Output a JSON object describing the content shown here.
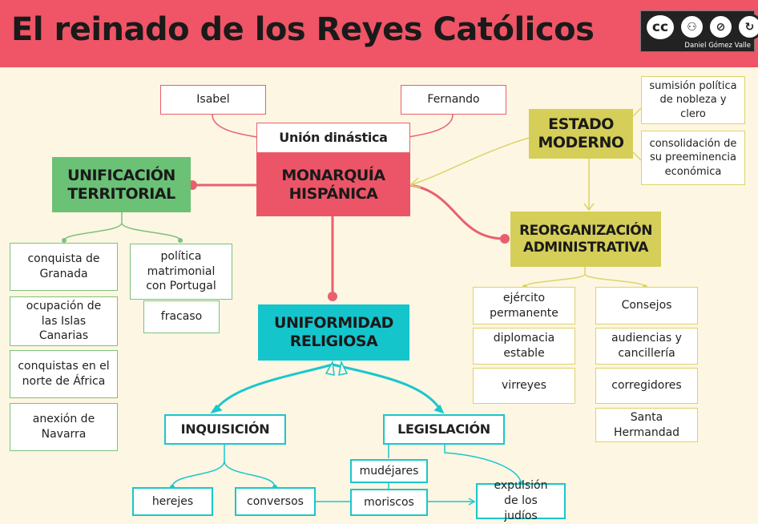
{
  "header": {
    "title": "El reinado de los Reyes Católicos",
    "license_author": "Daniel Gómez Valle",
    "license_icons": [
      "cc-icon",
      "by-icon",
      "nc-icon",
      "sa-icon"
    ]
  },
  "nodes": {
    "isabel": "Isabel",
    "fernando": "Fernando",
    "union": "Unión dinástica",
    "monarquia_1": "MONARQUÍA",
    "monarquia_2": "HISPÁNICA",
    "unificacion_1": "UNIFICACIÓN",
    "unificacion_2": "TERRITORIAL",
    "granada": "conquista de Granada",
    "canarias": "ocupación de las Islas Canarias",
    "africa": "conquistas en el norte de África",
    "navarra": "anexión de Navarra",
    "portugal": "política matrimonial con Portugal",
    "fracaso": "fracaso",
    "estado_1": "ESTADO",
    "estado_2": "MODERNO",
    "sumision": "sumisión política de nobleza y clero",
    "consolidacion": "consolidación de su preeminencia económica",
    "reorg_1": "REORGANIZACIÓN",
    "reorg_2": "ADMINISTRATIVA",
    "ejercito": "ejército permanente",
    "diplomacia": "diplomacia estable",
    "virreyes": "virreyes",
    "consejos": "Consejos",
    "audiencias": "audiencias y cancillería",
    "corregidores": "corregidores",
    "hermandad": "Santa Hermandad",
    "uniformidad_1": "UNIFORMIDAD",
    "uniformidad_2": "RELIGIOSA",
    "inquisicion": "INQUISICIÓN",
    "legislacion": "LEGISLACIÓN",
    "herejes": "herejes",
    "conversos": "conversos",
    "mudejares": "mudéjares",
    "moriscos": "moriscos",
    "expulsion": "expulsión de los judíos"
  },
  "colors": {
    "header": "#ef5566",
    "background": "#fdf6e3",
    "red": "#ec5567",
    "green": "#6bc176",
    "yellow": "#d5ce58",
    "teal": "#15c5cc"
  }
}
